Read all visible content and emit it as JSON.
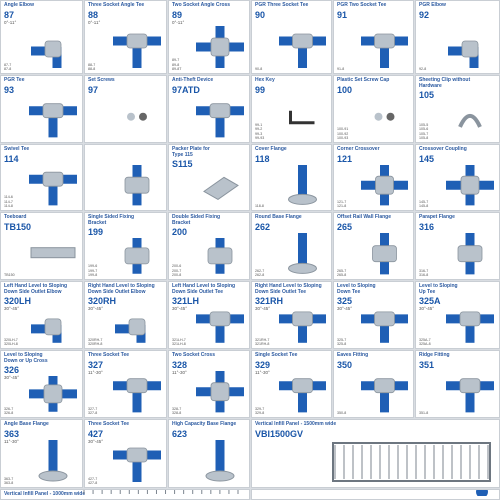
{
  "colors": {
    "title": "#2c5aa0",
    "code": "#1a56a8",
    "pipe": "#1f5fb5",
    "pipe_dark": "#134a8f",
    "metal": "#b9c2cb",
    "metal_dark": "#8a949e"
  },
  "items": [
    {
      "name": "Angle Elbow",
      "code": "87",
      "sub": "0°-11°",
      "sizes": "87-7\n87-8",
      "icon": "elbow-fitting-icon"
    },
    {
      "name": "Three Socket Angle Tee",
      "code": "88",
      "sub": "0°-11°",
      "sizes": "88-7\n88-8",
      "icon": "angle-tee-icon"
    },
    {
      "name": "Two Socket Angle Cross",
      "code": "89",
      "sub": "0°-11°",
      "sizes": "89-7\n89-8\n89-8T",
      "icon": "angle-cross-icon"
    },
    {
      "name": "PGR Three Socket Tee",
      "code": "90",
      "sub": "",
      "sizes": "90-8",
      "icon": "pgr-tee-icon"
    },
    {
      "name": "PGR Two Socket Tee",
      "code": "91",
      "sub": "",
      "sizes": "91-8",
      "icon": "pgr-two-socket-tee-icon"
    },
    {
      "name": "PGR Elbow",
      "code": "92",
      "sub": "",
      "sizes": "92-8",
      "icon": "pgr-elbow-icon"
    },
    {
      "name": "PGR Tee",
      "code": "93",
      "sub": "",
      "sizes": "",
      "icon": "pgr-tee-fitting-icon"
    },
    {
      "name": "Set Screws",
      "code": "97",
      "sub": "",
      "sizes": "",
      "icon": "set-screw-icon"
    },
    {
      "name": "Anti-Theft Device",
      "code": "97ATD",
      "sub": "",
      "sizes": "",
      "icon": "anti-theft-device-icon"
    },
    {
      "name": "Hex Key",
      "code": "99",
      "sub": "",
      "sizes": "99-1\n99-2\n99-3\n99-93",
      "icon": "hex-key-icon"
    },
    {
      "name": "Plastic Set Screw Cap",
      "code": "100",
      "sub": "",
      "sizes": "100-91\n100-92\n100-93",
      "icon": "screw-cap-icon"
    },
    {
      "name": "Sheeting Clip without\nHardware",
      "code": "105",
      "sub": "",
      "sizes": "105-5\n105-6\n105-7\n105-8",
      "icon": "sheeting-clip-icon"
    },
    {
      "name": "Swivel Tee",
      "code": "114",
      "sub": "",
      "sizes": "114-6\n114-7\n114-8",
      "icon": "swivel-tee-icon"
    },
    {
      "name": "",
      "code": "",
      "sub": "",
      "sizes": "",
      "icon": "swivel-bracket-icon"
    },
    {
      "name": "Packer Plate for\nType 115",
      "code": "S115",
      "sub": "",
      "sizes": "",
      "icon": "packer-plate-icon"
    },
    {
      "name": "Cover Flange",
      "code": "118",
      "sub": "",
      "sizes": "118-8",
      "icon": "cover-flange-icon"
    },
    {
      "name": "Corner Crossover",
      "code": "121",
      "sub": "",
      "sizes": "121-7\n121-8",
      "icon": "corner-crossover-icon"
    },
    {
      "name": "Crossover Coupling",
      "code": "145",
      "sub": "",
      "sizes": "145-7\n145-8",
      "icon": "crossover-coupling-icon"
    },
    {
      "name": "Toeboard",
      "code": "TB150",
      "sub": "",
      "sizes": "TB150",
      "icon": "toeboard-icon"
    },
    {
      "name": "Single Sided Fixing\nBracket",
      "code": "199",
      "sub": "",
      "sizes": "199-6\n199-7\n199-8",
      "icon": "single-bracket-icon"
    },
    {
      "name": "Double Sided Fixing\nBracket",
      "code": "200",
      "sub": "",
      "sizes": "200-6\n200-7\n200-8",
      "icon": "double-bracket-icon"
    },
    {
      "name": "Round Base Flange",
      "code": "262",
      "sub": "",
      "sizes": "262-7\n262-8",
      "icon": "round-base-flange-icon"
    },
    {
      "name": "Offset Rail Wall Flange",
      "code": "265",
      "sub": "",
      "sizes": "265-7\n265-8",
      "icon": "wall-flange-icon"
    },
    {
      "name": "Parapet Flange",
      "code": "316",
      "sub": "",
      "sizes": "316-7\n316-8",
      "icon": "parapet-flange-icon"
    },
    {
      "name": "Left Hand Level to Sloping\nDown Side Outlet Elbow",
      "code": "320LH",
      "sub": "30°-45°",
      "sizes": "320LH-7\n320LH-8",
      "icon": "left-elbow-icon"
    },
    {
      "name": "Right Hand Level to Sloping\nDown Side Outlet Elbow",
      "code": "320RH",
      "sub": "30°-45°",
      "sizes": "320RH-7\n320RH-8",
      "icon": "right-elbow-icon"
    },
    {
      "name": "Left Hand Level to Sloping\nDown Side Outlet Tee",
      "code": "321LH",
      "sub": "30°-45°",
      "sizes": "321LH-7\n321LH-8",
      "icon": "left-tee-icon"
    },
    {
      "name": "Right Hand Level to Sloping\nDown Side Outlet Tee",
      "code": "321RH",
      "sub": "30°-45°",
      "sizes": "321RH-7\n321RH-8",
      "icon": "right-tee-icon"
    },
    {
      "name": "Level to Sloping\nDown Tee",
      "code": "325",
      "sub": "30°-45°",
      "sizes": "325-7\n325-8",
      "icon": "sloping-tee-icon"
    },
    {
      "name": "Level to Sloping\nUp Tee",
      "code": "325A",
      "sub": "30°-45°",
      "sizes": "325A-7\n325A-8",
      "icon": "sloping-up-tee-icon"
    },
    {
      "name": "Level to Sloping\nDown or Up Cross",
      "code": "326",
      "sub": "30°-45°",
      "sizes": "326-7\n326-8",
      "icon": "sloping-cross-icon"
    },
    {
      "name": "Three Socket Tee",
      "code": "327",
      "sub": "11°-30°",
      "sizes": "327-7\n327-8",
      "icon": "three-socket-tee-icon"
    },
    {
      "name": "Two Socket Cross",
      "code": "328",
      "sub": "11°-30°",
      "sizes": "328-7\n328-8",
      "icon": "two-socket-cross-icon"
    },
    {
      "name": "Single Socket Tee",
      "code": "329",
      "sub": "11°-30°",
      "sizes": "329-7\n329-8",
      "icon": "single-socket-tee-icon"
    },
    {
      "name": "Eaves Fitting",
      "code": "350",
      "sub": "",
      "sizes": "350-8",
      "icon": "eaves-fitting-icon"
    },
    {
      "name": "Ridge Fitting",
      "code": "351",
      "sub": "",
      "sizes": "351-8",
      "icon": "ridge-fitting-icon"
    },
    {
      "name": "Angle Base Flange",
      "code": "363",
      "sub": "11°-30°",
      "sizes": "363-7\n363-8",
      "icon": "angle-base-flange-icon"
    },
    {
      "name": "Three Socket Tee",
      "code": "427",
      "sub": "30°-45°",
      "sizes": "427-7\n427-8",
      "icon": "three-socket-tee-45-icon"
    },
    {
      "name": "High Capacity Base Flange",
      "code": "623",
      "sub": "",
      "sizes": "",
      "icon": "high-capacity-flange-icon"
    },
    {
      "name": "Vertical Infill Panel - 1500mm wide",
      "code": "VBI1500GV",
      "sub": "",
      "sizes": "",
      "icon": "infill-panel-icon"
    },
    {
      "name": "Vertical Infill Panel - 1000mm wide",
      "code": "",
      "sub": "",
      "sizes": "",
      "icon": "infill-panel-small-icon"
    },
    {
      "name": "",
      "code": "",
      "sub": "",
      "sizes": "",
      "icon": "brand-logo-icon"
    }
  ]
}
